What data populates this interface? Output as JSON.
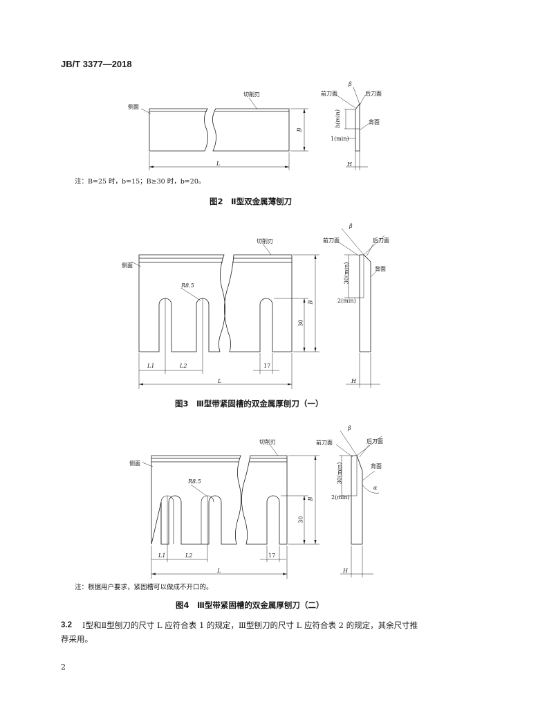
{
  "header": {
    "standard_no": "JB/T 3377—2018"
  },
  "labels": {
    "side_face": "侧面",
    "cutting_edge": "切削刃",
    "front_face": "前刀面",
    "back_face": "后刀面",
    "back_surface": "背面",
    "beta": "β",
    "alpha": "α",
    "B": "B",
    "L": "L",
    "H": "H",
    "L1": "L1",
    "L2": "L2",
    "R85": "R8.5",
    "dim17": "17",
    "dim30": "30",
    "b_min": "b(min)",
    "one_min": "1(min)",
    "two_min": "2(min)",
    "thirty_min": "30(min)"
  },
  "figure2": {
    "note": "注：B=25 时，b=15；B≥30 时，b=20。",
    "caption": "图2　Ⅱ型双金属薄刨刀"
  },
  "figure3": {
    "caption": "图3　Ⅲ型带紧固槽的双金属厚刨刀（一）"
  },
  "figure4": {
    "note": "注：根据用户要求，紧固槽可以做成不开口的。",
    "caption": "图4　Ⅲ型带紧固槽的双金属厚刨刀（二）"
  },
  "section": {
    "number": "3.2",
    "text_line1": "Ⅰ型和Ⅱ型刨刀的尺寸 L 应符合表 1 的规定，Ⅲ型刨刀的尺寸 L 应符合表 2 的规定，其余尺寸推",
    "text_line2": "荐采用。"
  },
  "page_number": "2"
}
